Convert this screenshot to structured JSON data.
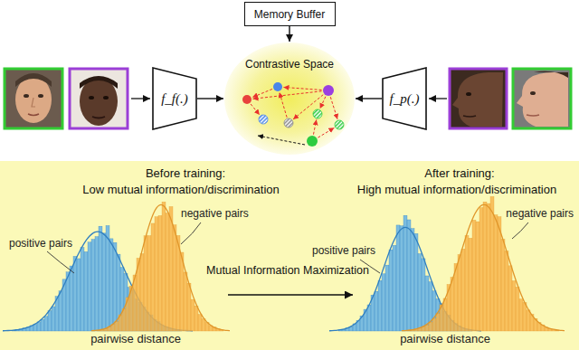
{
  "diagram": {
    "nodes": [
      {
        "text": [
          "Memory Buffer"
        ]
      },
      {
        "text": [
          "Contrastive Space"
        ]
      },
      {
        "text": [
          "f_f(.)"
        ]
      },
      {
        "text": [
          "f_p(.)"
        ]
      },
      {
        "text": [
          "Before training:",
          "Low mutual information/discrimination",
          "Mutual Information Maximization",
          "After training:",
          "High mutual information/discrimination"
        ]
      }
    ],
    "edges": [
      {
        "from": 0,
        "to": 1,
        "arrow": "to"
      },
      {
        "from": 2,
        "to": 1,
        "arrow": "to"
      },
      {
        "from": 3,
        "to": 1,
        "arrow": "to"
      }
    ],
    "labels": [
      "negative pairs",
      "positive pairs",
      "pairwise distance",
      "positive pairs",
      "negative pairs",
      "pairwise distance"
    ]
  }
}
